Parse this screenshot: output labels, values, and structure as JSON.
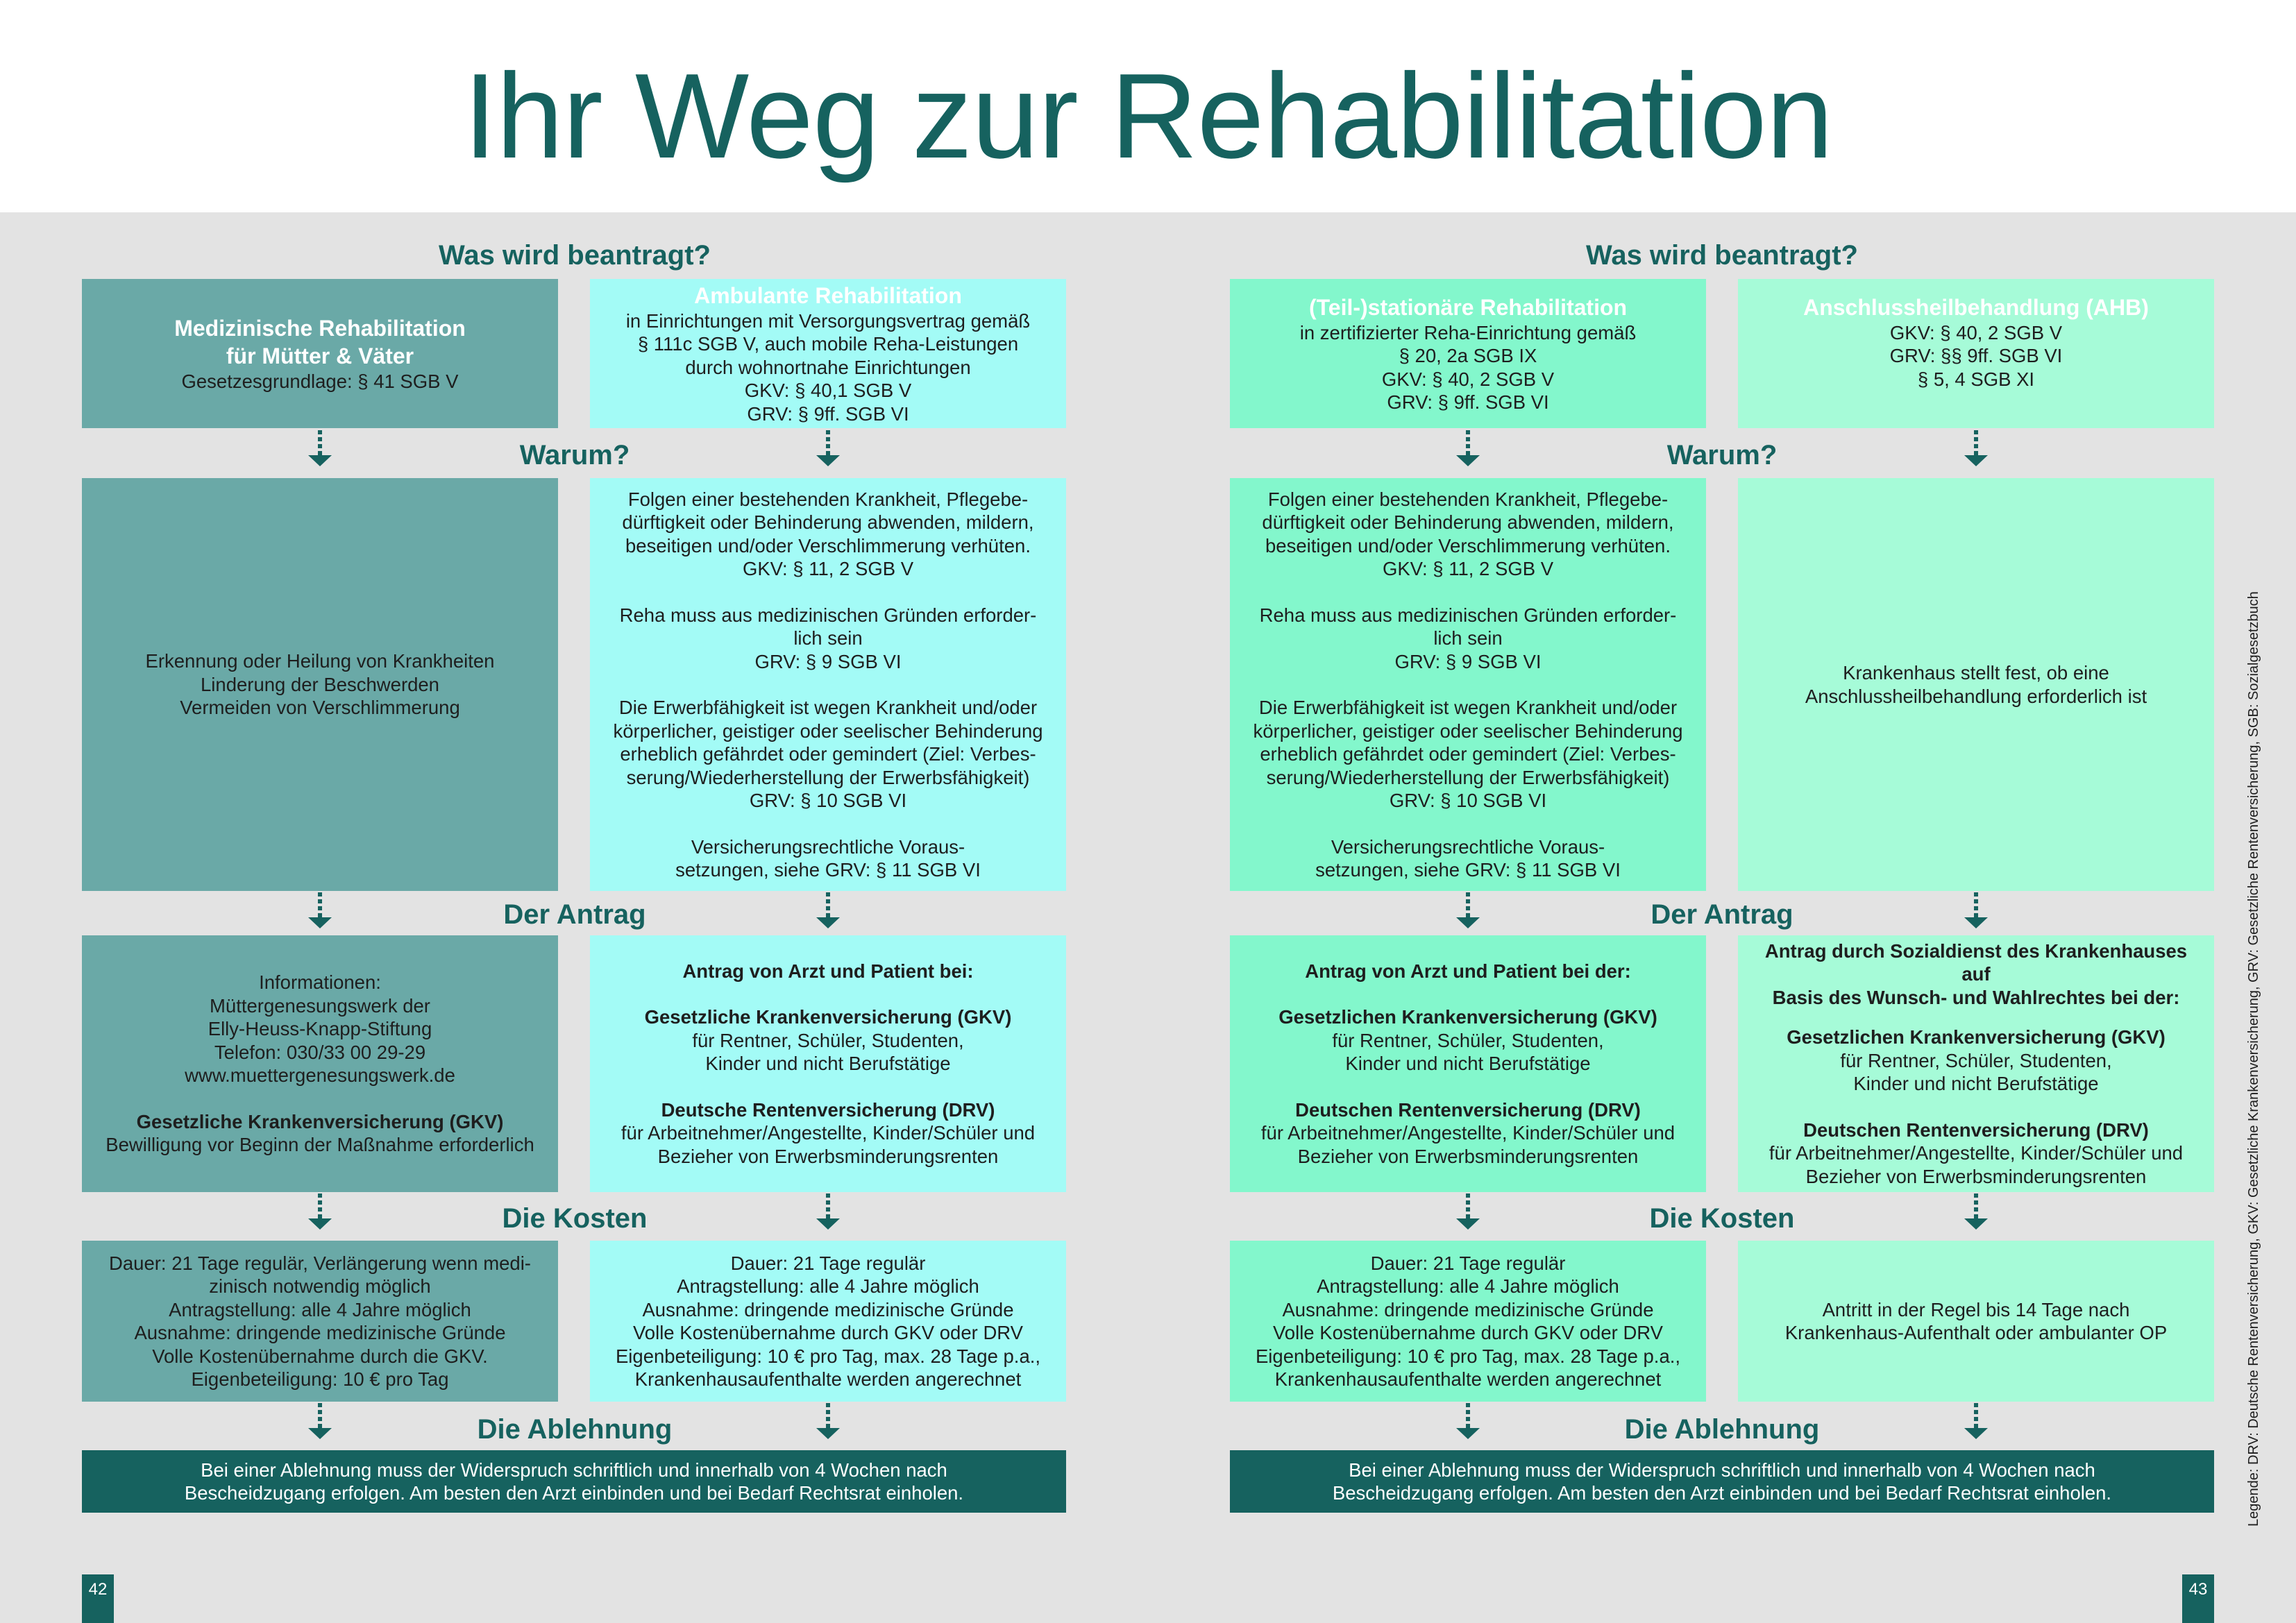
{
  "title": "Ihr Weg zur Rehabilitation",
  "sections": {
    "was": "Was wird beantragt?",
    "warum": "Warum?",
    "antrag": "Der Antrag",
    "kosten": "Die Kosten",
    "ablehnung": "Die Ablehnung"
  },
  "col1": {
    "beantragt": {
      "title_l1": "Medizinische Rehabilitation",
      "title_l2": "für Mütter & Väter",
      "line1": "Gesetzesgrundlage: § 41 SGB V"
    },
    "warum": {
      "l1": "Erkennung oder Heilung von Krankheiten",
      "l2": "Linderung der Beschwerden",
      "l3": "Vermeiden von Verschlimmerung"
    },
    "antrag": {
      "l1": "Informationen:",
      "l2": "Müttergenesungswerk der",
      "l3": "Elly-Heuss-Knapp-Stiftung",
      "l4": "Telefon: 030/33 00 29-29",
      "l5": "www.muettergenesungswerk.de",
      "h1": "Gesetzliche Krankenversicherung (GKV)",
      "l6": "Bewilligung vor Beginn der Maßnahme erforderlich"
    },
    "kosten": {
      "l1": "Dauer: 21 Tage regulär, Verlängerung wenn medi-",
      "l2": "zinisch notwendig möglich",
      "l3": "Antragstellung: alle 4 Jahre möglich",
      "l4": "Ausnahme: dringende medizinische Gründe",
      "l5": "Volle Kostenübernahme durch die GKV.",
      "l6": "Eigenbeteiligung: 10 € pro Tag"
    }
  },
  "col2": {
    "beantragt": {
      "title": "Ambulante Rehabilitation",
      "l1": "in Einrichtungen mit Versorgungsvertrag gemäß",
      "l2": "§ 111c SGB V, auch mobile Reha-Leistungen",
      "l3": "durch wohnortnahe Einrichtungen",
      "l4": "GKV: § 40,1 SGB V",
      "l5": "GRV: § 9ff. SGB VI"
    },
    "warum": {
      "l1": "Folgen einer bestehenden Krankheit, Pflegebe-",
      "l2": "dürftigkeit oder Behinderung abwenden, mildern,",
      "l3": "beseitigen und/oder Verschlimmerung verhüten.",
      "l4": "GKV: § 11, 2 SGB V",
      "l5": "Reha muss aus medizinischen Gründen erforder-",
      "l6": "lich sein",
      "l7": "GRV: § 9 SGB VI",
      "l8": "Die Erwerbfähigkeit ist wegen Krankheit und/oder",
      "l9": "körperlicher, geistiger oder seelischer Behinderung",
      "l10": "erheblich gefährdet oder gemindert (Ziel: Verbes-",
      "l11": "serung/Wiederherstellung der Erwerbsfähigkeit)",
      "l12": "GRV: § 10 SGB VI",
      "l13": "Versicherungsrechtliche Voraus-",
      "l14": "setzungen, siehe GRV: § 11 SGB VI"
    },
    "antrag": {
      "h0": "Antrag von Arzt und Patient bei:",
      "h1": "Gesetzliche Krankenversicherung (GKV)",
      "l1": "für Rentner, Schüler, Studenten,",
      "l2": "Kinder und nicht Berufstätige",
      "h2": "Deutsche Rentenversicherung (DRV)",
      "l3": "für Arbeitnehmer/Angestellte, Kinder/Schüler und",
      "l4": "Bezieher von Erwerbsminderungsrenten"
    },
    "kosten": {
      "l1": "Dauer: 21 Tage regulär",
      "l2": "Antragstellung: alle 4 Jahre möglich",
      "l3": "Ausnahme: dringende medizinische Gründe",
      "l4": "Volle Kostenübernahme durch GKV oder DRV",
      "l5": "Eigenbeteiligung: 10 € pro Tag, max. 28 Tage p.a.,",
      "l6": "Krankenhausaufenthalte werden angerechnet"
    }
  },
  "col3": {
    "beantragt": {
      "title": "(Teil-)stationäre Rehabilitation",
      "l1": "in zertifizierter Reha-Einrichtung gemäß",
      "l2": "§ 20, 2a SGB IX",
      "l3": "GKV: § 40, 2 SGB V",
      "l4": "GRV: § 9ff. SGB VI"
    },
    "warum": {
      "l1": "Folgen einer bestehenden Krankheit, Pflegebe-",
      "l2": "dürftigkeit oder Behinderung abwenden, mildern,",
      "l3": "beseitigen und/oder Verschlimmerung verhüten.",
      "l4": "GKV: § 11, 2 SGB V",
      "l5": "Reha muss aus medizinischen Gründen erforder-",
      "l6": "lich sein",
      "l7": "GRV: § 9 SGB VI",
      "l8": "Die Erwerbfähigkeit ist wegen Krankheit und/oder",
      "l9": "körperlicher, geistiger oder seelischer Behinderung",
      "l10": "erheblich gefährdet oder gemindert (Ziel: Verbes-",
      "l11": "serung/Wiederherstellung der Erwerbsfähigkeit)",
      "l12": "GRV: § 10 SGB VI",
      "l13": "Versicherungsrechtliche Voraus-",
      "l14": "setzungen, siehe GRV: § 11 SGB VI"
    },
    "antrag": {
      "h0": "Antrag von Arzt und Patient bei der:",
      "h1": "Gesetzlichen Krankenversicherung (GKV)",
      "l1": "für Rentner, Schüler, Studenten,",
      "l2": "Kinder und nicht Berufstätige",
      "h2": "Deutschen Rentenversicherung (DRV)",
      "l3": "für Arbeitnehmer/Angestellte, Kinder/Schüler und",
      "l4": "Bezieher von Erwerbsminderungsrenten"
    },
    "kosten": {
      "l1": "Dauer: 21 Tage regulär",
      "l2": "Antragstellung: alle 4 Jahre möglich",
      "l3": "Ausnahme: dringende medizinische Gründe",
      "l4": "Volle Kostenübernahme durch GKV oder DRV",
      "l5": "Eigenbeteiligung: 10 € pro Tag, max. 28 Tage p.a.,",
      "l6": "Krankenhausaufenthalte werden angerechnet"
    }
  },
  "col4": {
    "beantragt": {
      "title": "Anschlussheilbehandlung (AHB)",
      "l1": "GKV: § 40, 2 SGB V",
      "l2": "GRV: §§ 9ff. SGB VI",
      "l3": "§ 5, 4 SGB XI"
    },
    "warum": {
      "l1": "Krankenhaus stellt fest, ob eine",
      "l2": "Anschlussheilbehandlung erforderlich ist"
    },
    "antrag": {
      "h0a": "Antrag durch Sozialdienst des Krankenhauses auf",
      "h0b": "Basis des Wunsch- und Wahlrechtes bei der:",
      "h1": "Gesetzlichen Krankenversicherung (GKV)",
      "l1": "für Rentner, Schüler, Studenten,",
      "l2": "Kinder und nicht Berufstätige",
      "h2": "Deutschen Rentenversicherung (DRV)",
      "l3": "für Arbeitnehmer/Angestellte, Kinder/Schüler und",
      "l4": "Bezieher von Erwerbsminderungsrenten"
    },
    "kosten": {
      "l1": "Antritt in der Regel bis 14 Tage nach",
      "l2": "Krankenhaus-Aufenthalt oder ambulanter OP"
    }
  },
  "ablehnung": {
    "l1": "Bei einer Ablehnung muss der Widerspruch schriftlich und innerhalb von 4 Wochen nach",
    "l2": "Bescheidzugang erfolgen. Am besten den Arzt einbinden und bei Bedarf Rechtsrat einholen."
  },
  "pages": {
    "left": "42",
    "right": "43"
  },
  "legend": "Legende: DRV: Deutsche Rentenversicherung, GKV: Gesetzliche Krankenversicherung, GRV: Gesetzliche Rentenversicherung, SGB: Sozialgesetzbuch",
  "colors": {
    "heading": "#16625f",
    "col1": "#6aa9a7",
    "col2": "#a3fbf6",
    "col3": "#83f7cc",
    "col4": "#a6fbd8",
    "background": "#e3e3e3"
  }
}
